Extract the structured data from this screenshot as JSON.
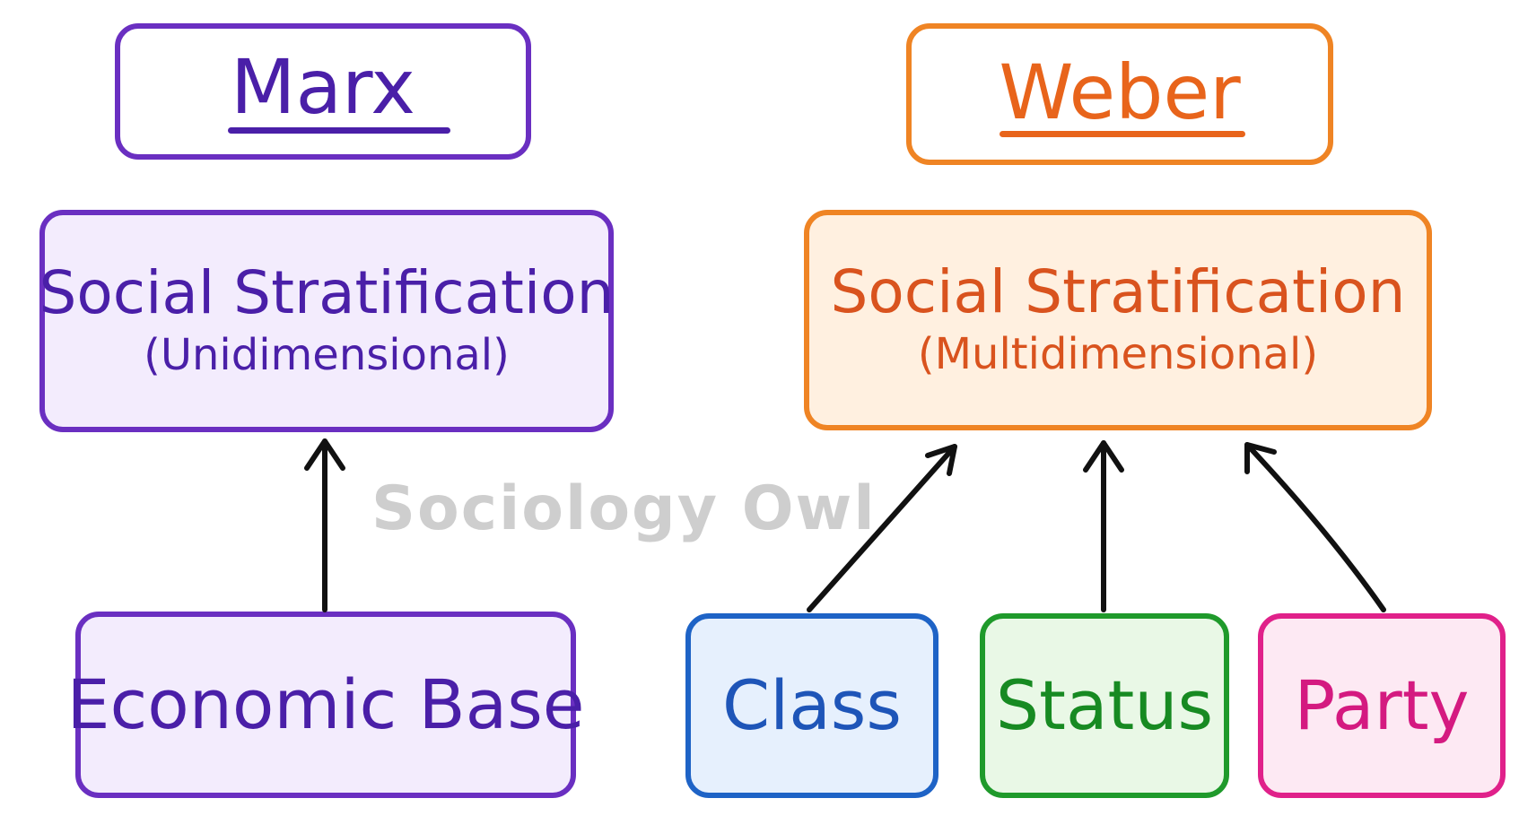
{
  "marx": {
    "title": "Marx",
    "main_label": "Social Stratification",
    "sub_label": "(Unidimensional)",
    "base_label": "Economic Base",
    "color": "#5b2bb5",
    "fill": "#f3ecfd"
  },
  "weber": {
    "title": "Weber",
    "main_label": "Social Stratification",
    "sub_label": "(Multidimensional)",
    "title_color": "#e8641b",
    "text_color": "#d9531e",
    "border_color": "#ef8424",
    "fill": "#fff0e0",
    "dimensions": [
      {
        "label": "Class",
        "color": "#1e63c6",
        "fill": "#e6f0fd"
      },
      {
        "label": "Status",
        "color": "#1f9a2b",
        "fill": "#e9f8e6"
      },
      {
        "label": "Party",
        "color": "#e0218a",
        "fill": "#fde9f3"
      }
    ]
  },
  "watermark": "Sociology Owl",
  "arrow_color": "#111111"
}
